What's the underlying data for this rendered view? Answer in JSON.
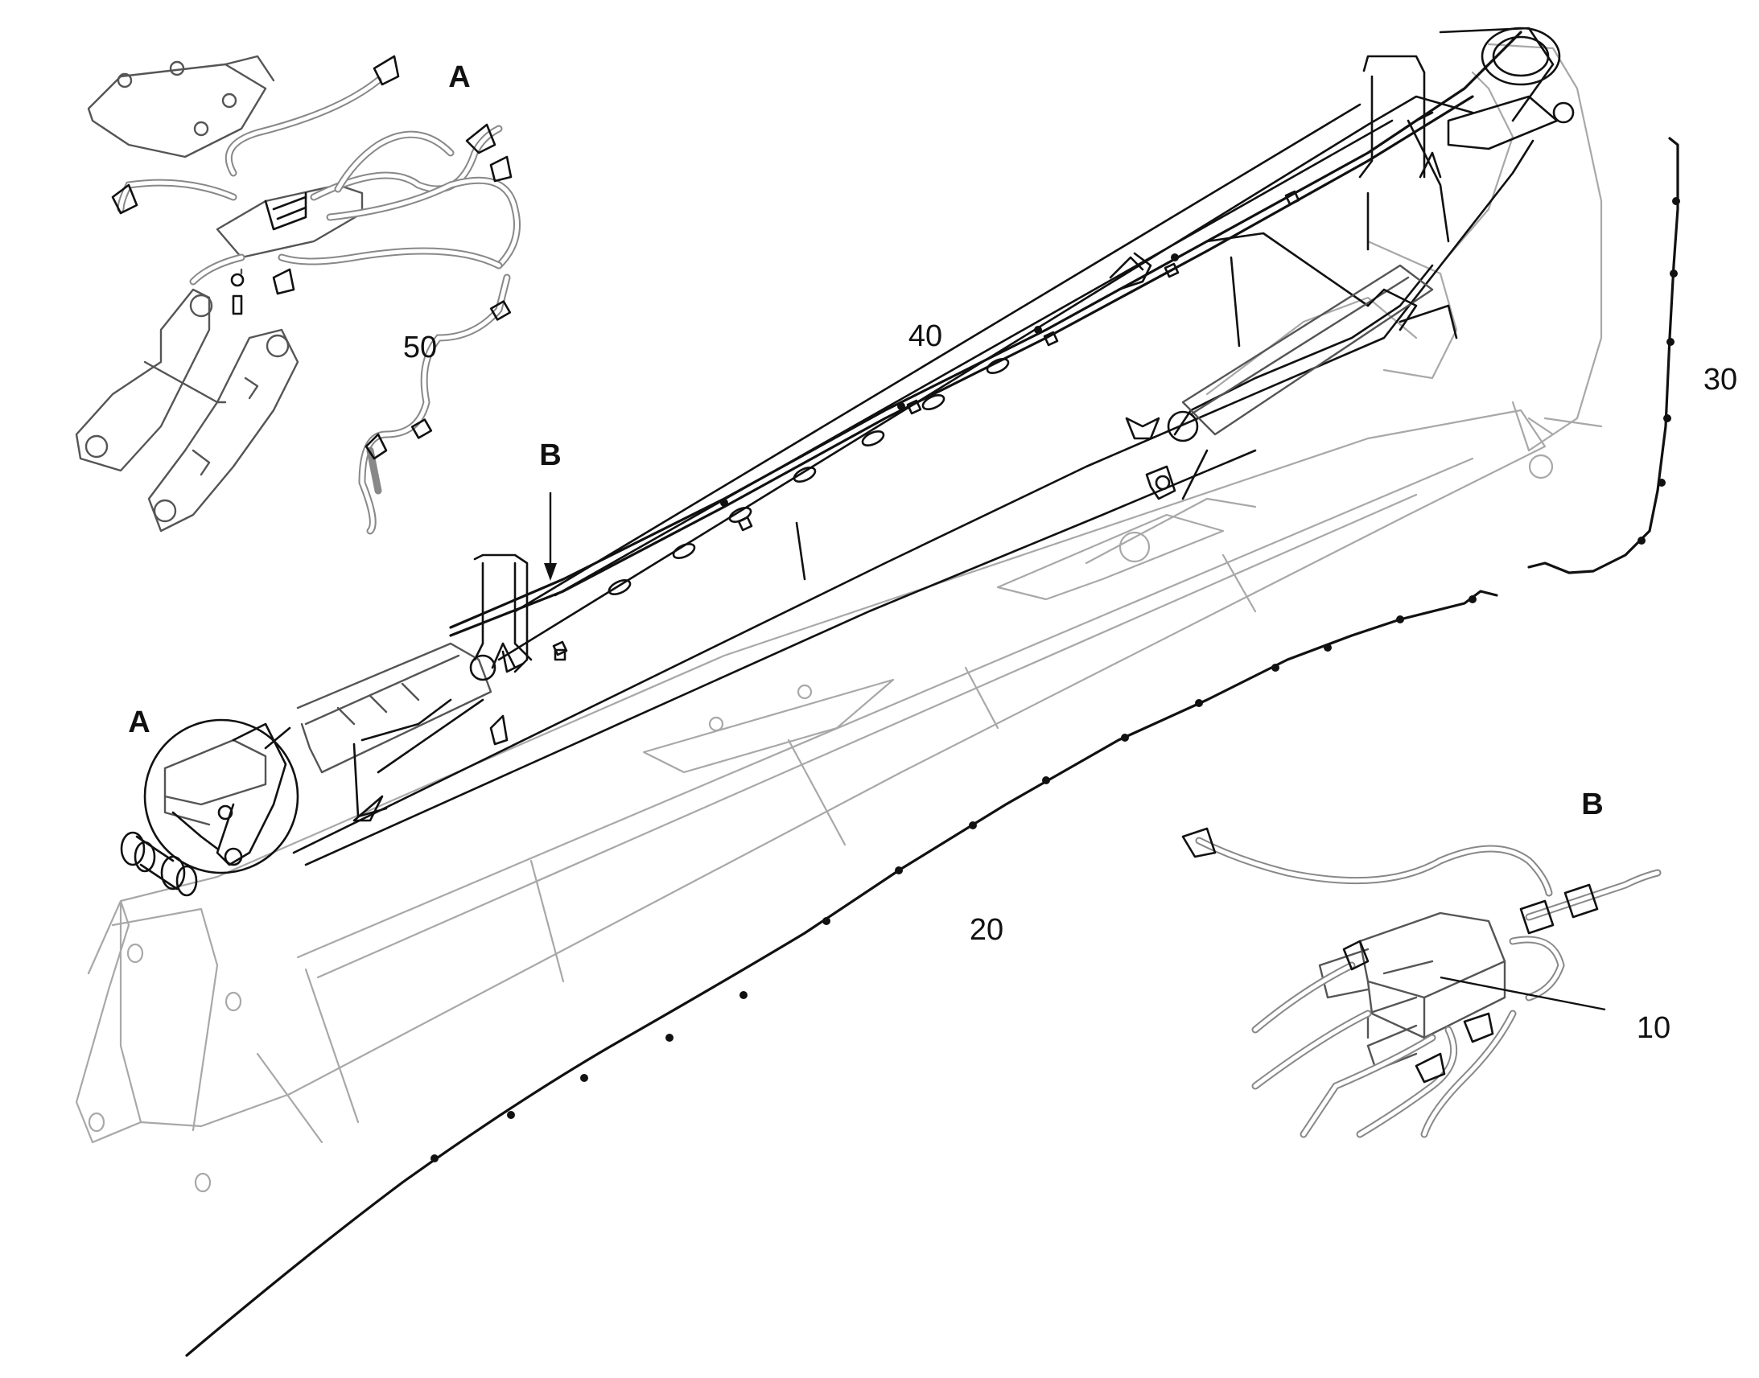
{
  "callouts": {
    "p10": "10",
    "p20": "20",
    "p30": "30",
    "p40": "40",
    "p50": "50"
  },
  "detail_letters": {
    "a_inset": "A",
    "a_circle": "A",
    "b_arrow": "B",
    "b_inset": "B"
  },
  "colors": {
    "ghost_line": "#a8a8a8",
    "harness_line": "#111111",
    "background": "#ffffff"
  }
}
